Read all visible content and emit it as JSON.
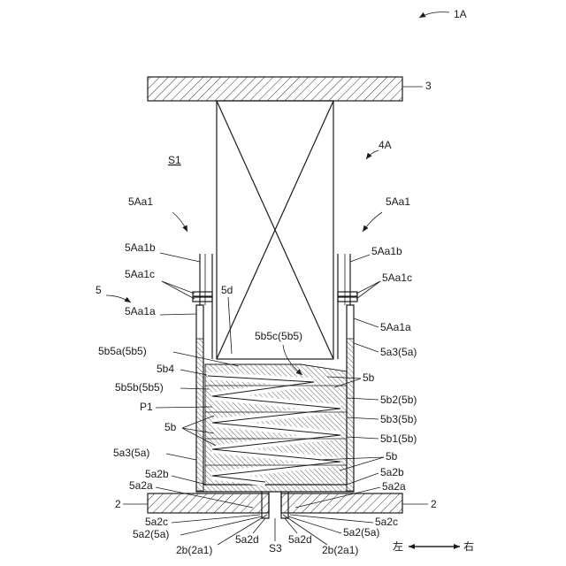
{
  "labels": {
    "fig": "1A",
    "ceiling": "3",
    "unit": "4A",
    "space": "S1",
    "bracket_left": "5Aa1",
    "bracket_right": "5Aa1",
    "bolt_left": "5Aa1b",
    "bolt_right": "5Aa1b",
    "nut_left": "5Aa1c",
    "nut_right": "5Aa1c",
    "assembly": "5",
    "plate_left": "5Aa1a",
    "plate_right": "5Aa1a",
    "gap": "5d",
    "s5c": "5b5c(5b5)",
    "s5a": "5b5a(5b5)",
    "wall_right": "5a3(5a)",
    "s4": "5b4",
    "b_right_1": "5b",
    "s5b": "5b5b(5b5)",
    "s2": "5b2(5b)",
    "p1": "P1",
    "s3": "5b3(5b)",
    "b_left": "5b",
    "s1": "5b1(5b)",
    "wall_left": "5a3(5a)",
    "b_right_2": "5b",
    "base_left_b": "5a2b",
    "base_right_b": "5a2b",
    "base_left_a": "5a2a",
    "base_right_a": "5a2a",
    "floor_left": "2",
    "floor_right": "2",
    "flange_left_c": "5a2c",
    "flange_right_c": "5a2c",
    "base_left": "5a2(5a)",
    "base_right": "5a2(5a)",
    "lip_left": "5a2d",
    "slot": "S3",
    "lip_right": "5a2d",
    "hole_left": "2b(2a1)",
    "hole_right": "2b(2a1)",
    "dir_left": "左",
    "dir_right": "右"
  }
}
